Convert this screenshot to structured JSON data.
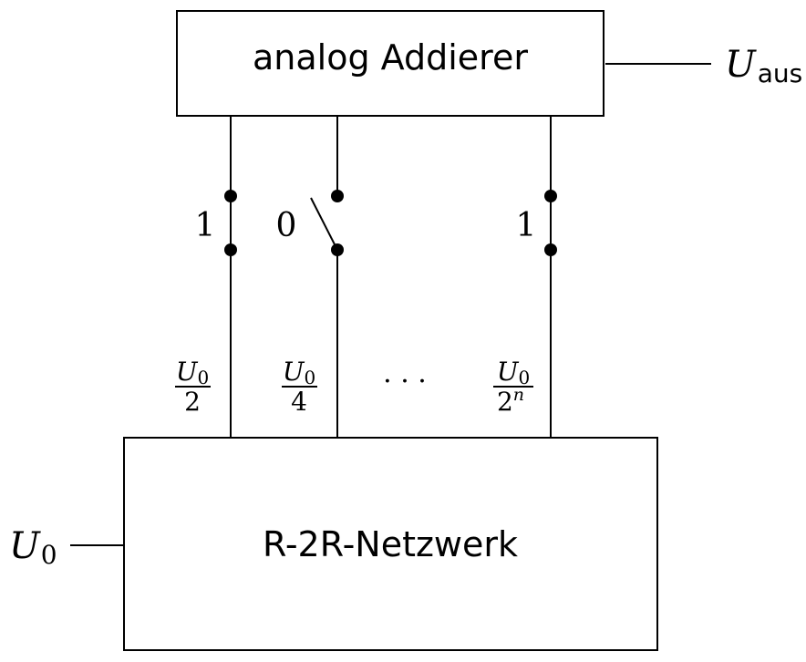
{
  "adder": {
    "label": "analog Addierer"
  },
  "network": {
    "label": "R-2R-Netzwerk"
  },
  "input": {
    "symbol": "U",
    "subscript": "0"
  },
  "output": {
    "symbol": "U",
    "subscript": "aus"
  },
  "switches": [
    {
      "bit": "1",
      "closed": true,
      "num_symbol": "U",
      "num_subscript": "0",
      "den": "2"
    },
    {
      "bit": "0",
      "closed": false,
      "num_symbol": "U",
      "num_subscript": "0",
      "den": "4"
    },
    {
      "bit": "1",
      "closed": true,
      "num_symbol": "U",
      "num_subscript": "0",
      "den_base": "2",
      "den_exp": "n"
    }
  ],
  "ellipsis": "· · ·"
}
